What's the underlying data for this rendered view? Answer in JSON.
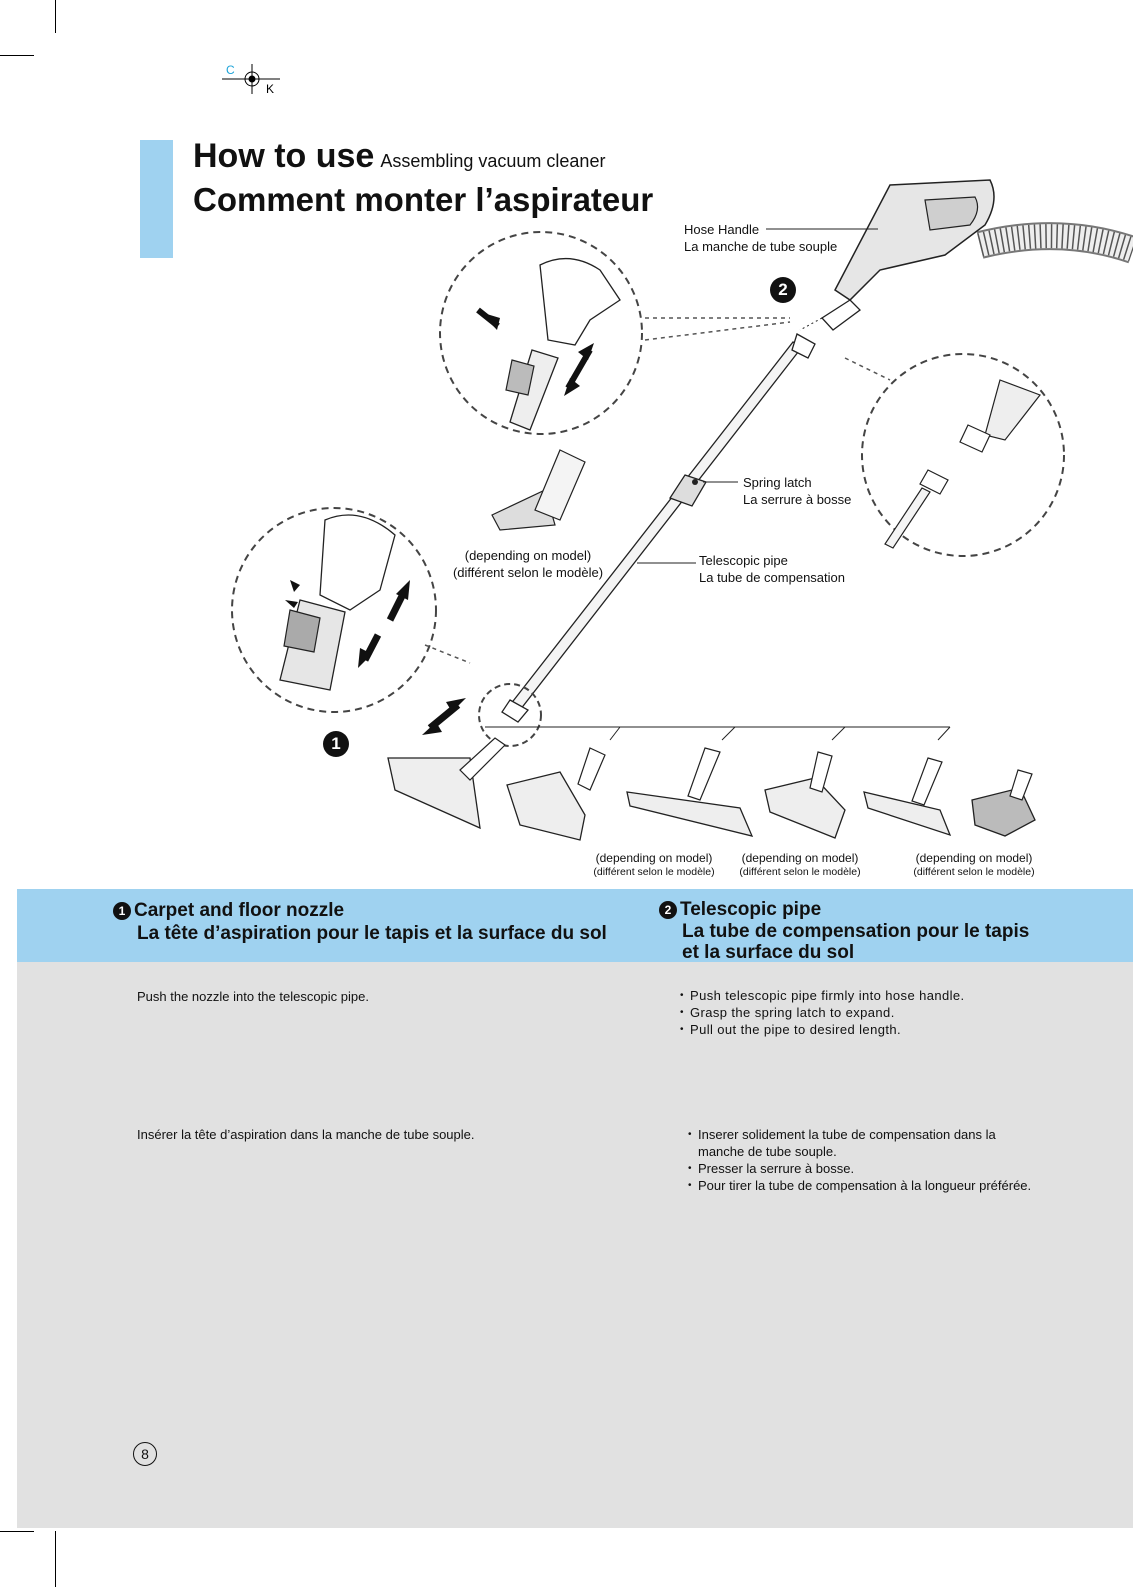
{
  "registration": {
    "c_label": "C",
    "k_label": "K"
  },
  "header": {
    "title_en": "How to use",
    "subtitle_en": "Assembling vacuum cleaner",
    "title_fr": "Comment  monter l’aspirateur"
  },
  "diagram": {
    "hose_handle_en": "Hose Handle",
    "hose_handle_fr": "La manche de tube souple",
    "spring_latch_en": "Spring latch",
    "spring_latch_fr": "La serrure à bosse",
    "telescopic_pipe_en": "Telescopic pipe",
    "telescopic_pipe_fr": "La tube de compensation",
    "badge_1": "1",
    "badge_2": "2",
    "depending_en": "(depending on model)",
    "depending_fr": "(différent selon le modèle)",
    "nozzle_notes": [
      {
        "en": "(depending on model)",
        "fr": "(différent selon le modèle)"
      },
      {
        "en": "(depending on model)",
        "fr": "(différent selon le modèle)"
      },
      {
        "en": "(depending on model)",
        "fr": "(différent selon le modèle)"
      }
    ]
  },
  "section1": {
    "num": "1",
    "title_en": "Carpet and floor nozzle",
    "title_fr": "La tête d’aspiration pour le tapis et la surface du sol",
    "text_en": "Push the nozzle into the telescopic pipe.",
    "text_fr": "Insérer la tête d’aspiration dans la manche de tube souple."
  },
  "section2": {
    "num": "2",
    "title_en": "Telescopic pipe",
    "title_fr_line1": "La tube de compensation pour le tapis",
    "title_fr_line2": "et la surface du sol",
    "bullets_en": [
      "Push telescopic pipe firmly into hose handle.",
      "Grasp the spring latch to expand.",
      "Pull out the pipe to desired length."
    ],
    "bullets_fr": [
      "Inserer solidement la tube de compensation dans la manche de tube souple.",
      "Presser la serrure à bosse.",
      "Pour tirer la tube de compensation à la longueur préférée."
    ]
  },
  "footer": {
    "page_number": "8"
  }
}
